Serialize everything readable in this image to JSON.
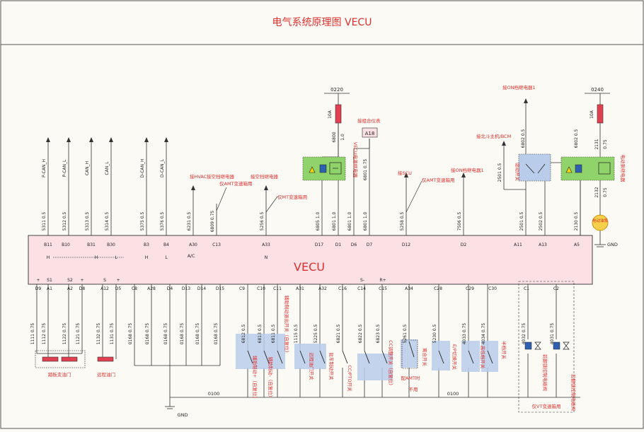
{
  "title": "电气系统原理图 VECU",
  "ecu_label": "VECU",
  "colors": {
    "title_red": "#e03030",
    "ecu_fill": "#fbe0e4",
    "relay_fill": "#8fd36a",
    "switch_fill": "#b9cdea",
    "fuse_red": "#e04050",
    "pump_fill": "#f6d04a",
    "line": "#333333"
  },
  "top_pins": [
    "B11",
    "B10",
    "B31",
    "B30",
    "B3",
    "B4",
    "A30",
    "C13",
    "A33",
    "D17",
    "D1",
    "D6",
    "D7",
    "D12",
    "D2",
    "A11",
    "A13",
    "A5"
  ],
  "top_pin_subs": [
    "H",
    "H",
    "L",
    "H",
    "L",
    "A/C",
    "N"
  ],
  "top_wires": [
    "5311 0.5",
    "5312 0.5",
    "5313 0.5",
    "5314 0.5",
    "5375 0.5",
    "5376 0.5",
    "6231 0.5",
    "6809 0.75",
    "5256 0.5",
    "6805 1.0",
    "6801 1.0",
    "6801 1.0",
    "6801 1.0",
    "5258 0.5",
    "7506 0.5",
    "2501 0.5",
    "2502 0.5",
    "2130 0.5"
  ],
  "upper_wires": [
    "6800",
    "1.0",
    "6801 0.75",
    "2501 0.5",
    "6802 0.5",
    "6802 0.5",
    "2131",
    "0.75",
    "2132",
    "0.75"
  ],
  "can_labels": [
    "P-CAN_H",
    "P-CAN_L",
    "CAN_H",
    "CAN_L",
    "D-CAN_H",
    "D-CAN_L"
  ],
  "top_notes": [
    "接HVAC",
    "接空挡继电器",
    "仅AMT变速箱用",
    "接空挡继电器",
    "仅MT变速箱用",
    "VECU电源继电器",
    "接组合仪表",
    "接SCU",
    "仅AMT变速箱用",
    "接ON档继电器1",
    "接北斗主机/BCM",
    "接ON档继电器1",
    "驱动开关",
    "电动泵继电器",
    "电动油泵",
    "GND"
  ],
  "fuses": [
    "0220",
    "10A",
    "0240",
    "10A"
  ],
  "a18": "A18",
  "bottom_pins": [
    "D9",
    "A1",
    "A2",
    "D8",
    "A12",
    "D5",
    "C8",
    "A28",
    "D4",
    "D13",
    "D14",
    "D15",
    "C9",
    "C10",
    "C11",
    "A31",
    "A32",
    "C16",
    "C14",
    "C15",
    "A34",
    "C28",
    "C29",
    "C30",
    "C1",
    "C2"
  ],
  "bottom_pin_subs": [
    "+",
    "S1",
    "S2",
    "+",
    "S",
    "+",
    "S-",
    "R+"
  ],
  "bottom_wires": [
    "1111 0.75",
    "1112 0.75",
    "1122 0.75",
    "1121 0.75",
    "1132 0.75",
    "1131 0.75",
    "0168 0.75",
    "0168 0.75",
    "0168 0.75",
    "0168 0.75",
    "0168 0.75",
    "0168 0.75",
    "6812 0.5",
    "6813 0.5",
    "6811 0.5",
    "1115 0.5",
    "5225 0.5",
    "6821 0.5",
    "6822 0.5",
    "6823 0.5",
    "5261 0.5",
    "5230 0.5",
    "4033 0.75",
    "4034 0.75",
    "4032 0.75",
    "4031 0.75"
  ],
  "bottom_notes": [
    "离合开关",
    "E/P切换开关",
    "高低档开关",
    "半档开关",
    "前翻锁控制电磁阀",
    "后翻锁控制电磁阀",
    "辅助制动+（自复位）",
    "辅助制动-（自复位）",
    "辅助制动退出开关（自复位）",
    "远程油门开关",
    "驻车制动开关",
    "CC/PTO开关",
    "CC调整开关（自复位）",
    "配AMT时",
    "不用",
    "仅VT变速箱用",
    "踏板变油门",
    "远程油门",
    "0100",
    "0100",
    "GND"
  ]
}
